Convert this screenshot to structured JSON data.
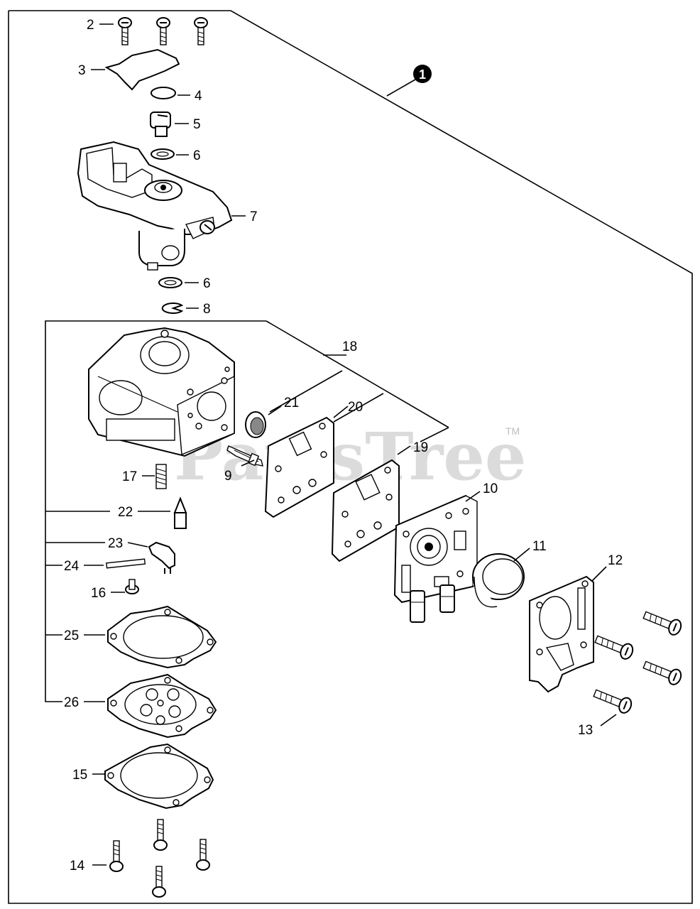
{
  "assembly_badge": "1",
  "watermark": {
    "text": "PartsTree",
    "tm": "TM"
  },
  "labels": {
    "l2": "2",
    "l3": "3",
    "l4": "4",
    "l5": "5",
    "l6a": "6",
    "l7": "7",
    "l6b": "6",
    "l8": "8",
    "l18": "18",
    "l21": "21",
    "l20": "20",
    "l19": "19",
    "l9": "9",
    "l17": "17",
    "l10": "10",
    "l11": "11",
    "l12": "12",
    "l22": "22",
    "l23": "23",
    "l24": "24",
    "l16": "16",
    "l25": "25",
    "l26": "26",
    "l13": "13",
    "l15": "15",
    "l14": "14"
  }
}
